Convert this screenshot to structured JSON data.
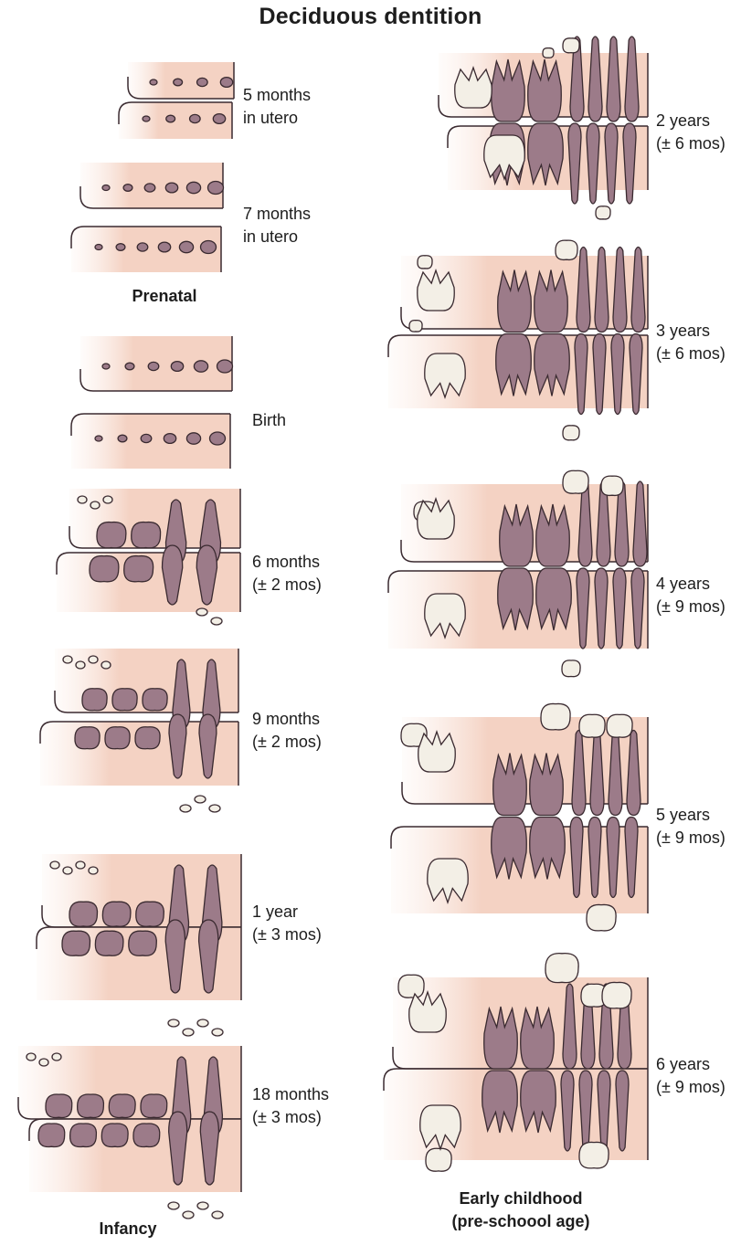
{
  "title": "Deciduous dentition",
  "colors": {
    "gum": "#f4d2c3",
    "gum_fade": "#fbeae2",
    "primary_tooth": "#9c7b89",
    "permanent_tooth": "#f3efe6",
    "outline": "#3a2a30"
  },
  "left_column": {
    "stages": [
      {
        "label": [
          "5 months",
          "in utero"
        ],
        "icon": "prenatal-tooth-buds-icon"
      },
      {
        "label": [
          "7 months",
          "in utero"
        ],
        "icon": "prenatal-tooth-buds-icon"
      },
      {
        "label": [
          "Birth"
        ],
        "icon": "tooth-buds-icon"
      },
      {
        "label": [
          "6 months",
          "(± 2 mos)"
        ],
        "icon": "jaw-teeth-icon"
      },
      {
        "label": [
          "9 months",
          "(± 2 mos)"
        ],
        "icon": "jaw-teeth-icon"
      },
      {
        "label": [
          "1 year",
          "(± 3 mos)"
        ],
        "icon": "jaw-teeth-icon"
      },
      {
        "label": [
          "18 months",
          "(± 3 mos)"
        ],
        "icon": "jaw-teeth-icon"
      }
    ],
    "section_labels": {
      "prenatal": "Prenatal",
      "infancy": "Infancy"
    }
  },
  "right_column": {
    "stages": [
      {
        "label": [
          "2 years",
          "(± 6 mos)"
        ],
        "icon": "jaw-teeth-icon"
      },
      {
        "label": [
          "3 years",
          "(± 6 mos)"
        ],
        "icon": "jaw-teeth-icon"
      },
      {
        "label": [
          "4 years",
          "(± 9 mos)"
        ],
        "icon": "jaw-teeth-icon"
      },
      {
        "label": [
          "5 years",
          "(± 9 mos)"
        ],
        "icon": "jaw-teeth-icon"
      },
      {
        "label": [
          "6 years",
          "(± 9 mos)"
        ],
        "icon": "jaw-teeth-icon"
      }
    ],
    "section_labels": {
      "early_childhood": [
        "Early childhood",
        "(pre-schoool age)"
      ]
    }
  }
}
